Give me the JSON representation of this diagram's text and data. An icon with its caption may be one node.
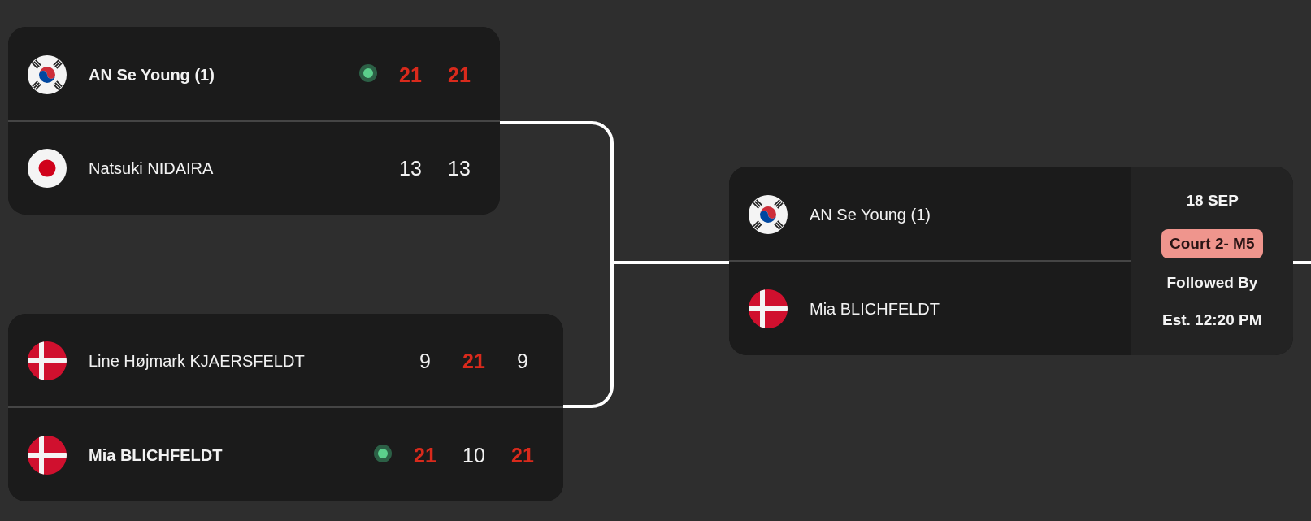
{
  "diagram": {
    "nodes": [
      {
        "text": [],
        "shape": "box"
      },
      {
        "text": [
          "AN Se Young (1)",
          "21",
          "21"
        ],
        "in": 0
      },
      {
        "text": [
          "Natsuki NIDAIRA",
          "13",
          "13"
        ],
        "in": 0
      },
      {
        "text": [],
        "shape": "box"
      },
      {
        "text": [
          "Line Højmark KJAERSFELDT",
          "9",
          "21",
          "9"
        ],
        "in": 3
      },
      {
        "text": [
          "Mia BLICHFELDT",
          "21",
          "10",
          "21"
        ],
        "in": 3
      },
      {
        "text": [],
        "shape": "box"
      },
      {
        "text": [
          "AN Se Young (1)"
        ],
        "in": 6
      },
      {
        "text": [
          "Mia BLICHFELDT"
        ],
        "in": 6
      },
      {
        "text": [
          "18 SEP",
          "Court 2- M5",
          "Followed By",
          "Est. 12:20 PM"
        ],
        "in": 6
      }
    ],
    "edges": [
      {
        "from": 0,
        "to": 6,
        "arrow": "none"
      },
      {
        "from": 3,
        "to": 6,
        "arrow": "none"
      },
      {
        "from": 6,
        "to": null,
        "arrow": "none"
      }
    ]
  }
}
